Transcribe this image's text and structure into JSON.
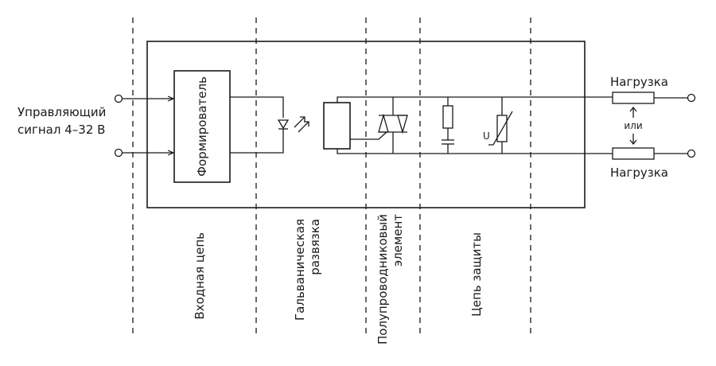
{
  "input": {
    "label_line1": "Управляющий",
    "label_line2": "сигнал 4–32 В"
  },
  "shaper": {
    "label": "Формирователь"
  },
  "load": {
    "top_label": "Нагрузка",
    "bottom_label": "Нагрузка",
    "or_label": "или"
  },
  "varistor": {
    "label": "U"
  },
  "sections": [
    {
      "line1": "Входная цепь",
      "line2": ""
    },
    {
      "line1": "Гальваническая",
      "line2": "развязка"
    },
    {
      "line1": "Полупроводниковый",
      "line2": "элемент"
    },
    {
      "line1": "Цепь защиты",
      "line2": ""
    }
  ]
}
